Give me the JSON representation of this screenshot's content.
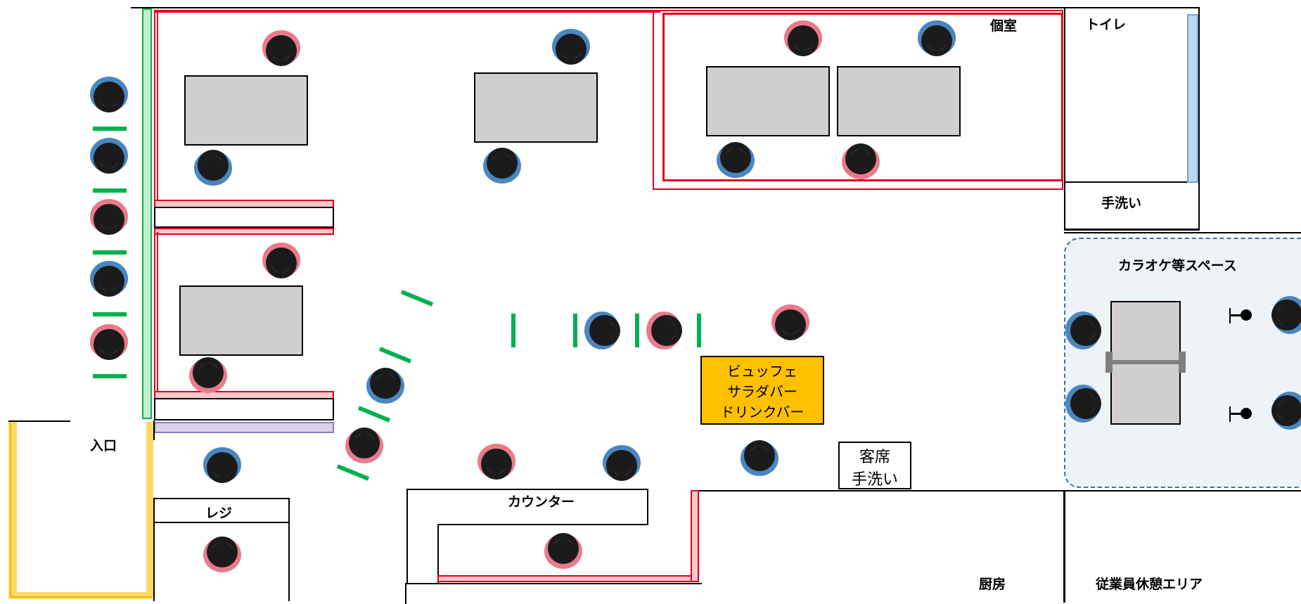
{
  "labels": {
    "private_room": "個室",
    "toilet": "トイレ",
    "handwash": "手洗い",
    "karaoke": "カラオケ等スペース",
    "entrance": "入口",
    "register": "レジ",
    "counter": "カウンター",
    "buffet_lines": [
      "ビュッフェ",
      "サラダバー",
      "ドリンクバー"
    ],
    "guest_handwash_lines": [
      "客席",
      "手洗い"
    ],
    "kitchen": "厨房",
    "staff_area": "従業員休憩エリア"
  },
  "colors": {
    "partition_red": "#e0001b",
    "partition_fill": "#f7c9cc",
    "table_gray": "#d0cece",
    "buffet_orange": "#ffc000",
    "marker_green": "#00b050",
    "glass_green": "#c6efce",
    "glass_blue": "#bdd7ee",
    "purple": "#b4a7d6",
    "yellow": "#ffd966",
    "karaoke_bg": "#eef3f8",
    "karaoke_border": "#2e75b6",
    "person_blue": "#4a86c0",
    "person_pink": "#e97a8c",
    "hair": "#1b1b1b"
  }
}
